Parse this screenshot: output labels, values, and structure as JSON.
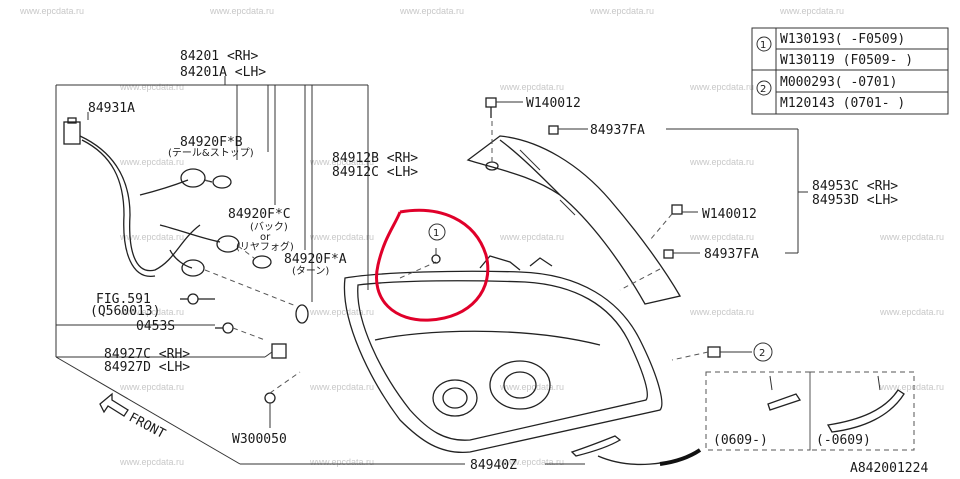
{
  "watermark": "www.epcdata.ru",
  "diagram_code": "A842001224",
  "front_label": "FRONT",
  "labels": {
    "p84201_rh": "84201 <RH>",
    "p84201_lh": "84201A <LH>",
    "p84931a": "84931A",
    "p84920fb": "84920F*B",
    "p84920fb_sub": "(テール&ストップ)",
    "p84920fc": "84920F*C",
    "p84920fc_sub1": "(バック)",
    "p84920fc_or": "or",
    "p84920fc_sub2": "(リヤフォグ)",
    "p84920fa": "84920F*A",
    "p84920fa_sub": "(ターン)",
    "fig591": "FIG.591",
    "q560013": "(Q560013)",
    "p0453s": "0453S",
    "p84927c": "84927C <RH>",
    "p84927d": "84927D <LH>",
    "w300050": "W300050",
    "p84912b": "84912B <RH>",
    "p84912c": "84912C <LH>",
    "w140012_top": "W140012",
    "p84937fa_top": "84937FA",
    "p84953c": "84953C <RH>",
    "p84953d": "84953D <LH>",
    "w140012_mid": "W140012",
    "p84937fa_bot": "84937FA",
    "p84940z": "84940Z",
    "callout1": "1",
    "callout2": "2",
    "box_left": "(0609-)",
    "box_right": "(-0609)"
  },
  "legend": {
    "rows": [
      {
        "ref": "1",
        "codes": [
          "W130193( -F0509)",
          "W130119 (F0509- )"
        ]
      },
      {
        "ref": "2",
        "codes": [
          "M000293( -0701)",
          "M120143 (0701- )"
        ]
      }
    ]
  }
}
